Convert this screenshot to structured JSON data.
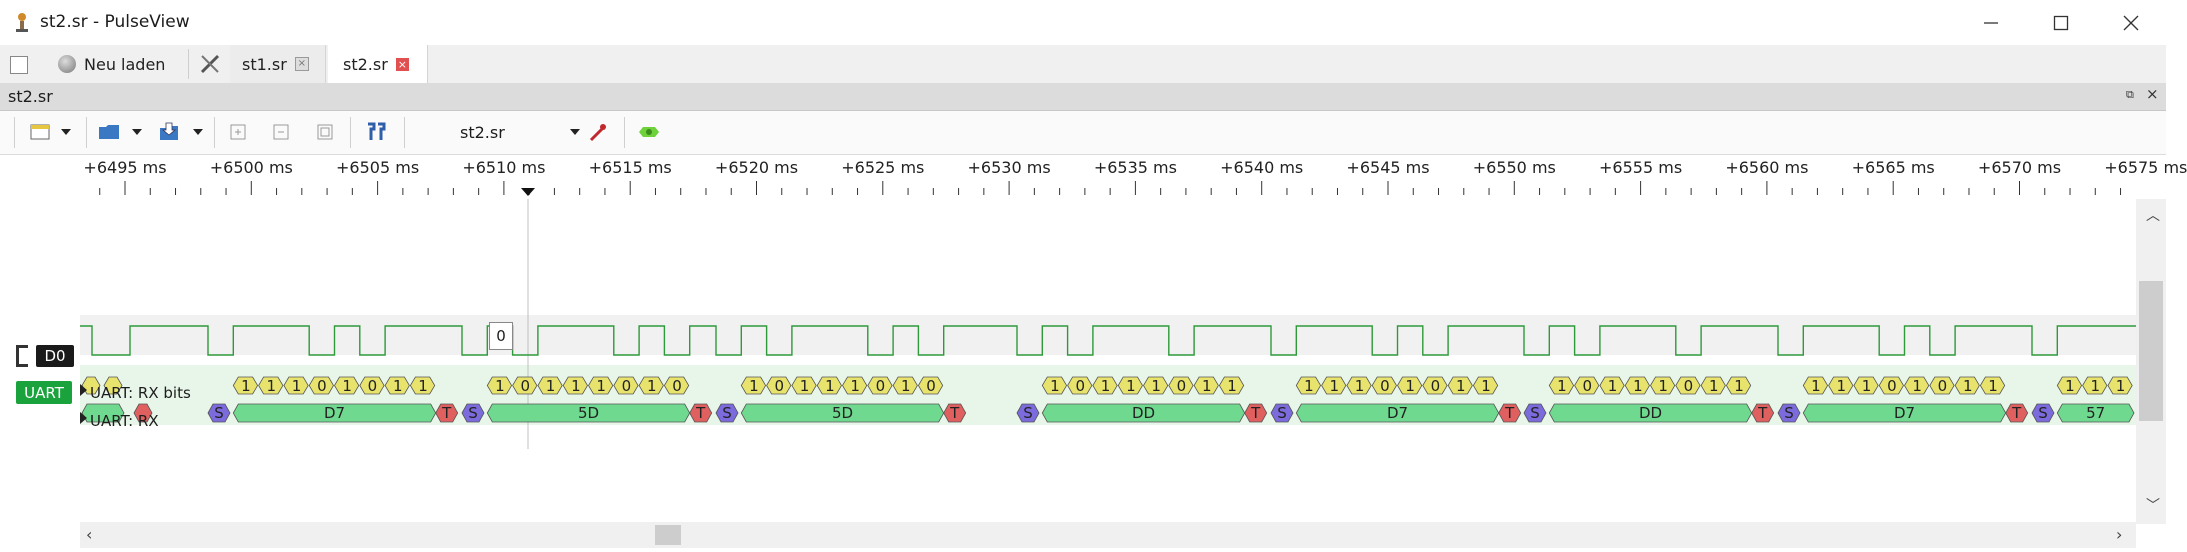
{
  "window": {
    "title": "st2.sr - PulseView"
  },
  "tabbar": {
    "new_session_label": "Neu laden",
    "tabs": [
      {
        "label": "st1.sr"
      },
      {
        "label": "st2.sr"
      }
    ]
  },
  "document": {
    "title": "st2.sr"
  },
  "toolbar": {
    "device_label": "st2.sr"
  },
  "ruler": {
    "labels": [
      "+6495 ms",
      "+6500 ms",
      "+6505 ms",
      "+6510 ms",
      "+6515 ms",
      "+6520 ms",
      "+6525 ms",
      "+6530 ms",
      "+6535 ms",
      "+6540 ms",
      "+6545 ms",
      "+6550 ms",
      "+6555 ms",
      "+6560 ms",
      "+6565 ms",
      "+6570 ms",
      "+6575 ms"
    ]
  },
  "traces": {
    "logic_channel": "D0",
    "decoder_badge": "UART",
    "rows": [
      {
        "label": "UART: RX bits"
      },
      {
        "label": "UART: RX"
      }
    ],
    "cursor_value": "0"
  },
  "uart_frames": [
    {
      "byte": "D7",
      "bits": [
        "1",
        "1",
        "1",
        "0",
        "1",
        "0",
        "1",
        "1"
      ]
    },
    {
      "byte": "5D",
      "bits": [
        "1",
        "0",
        "1",
        "1",
        "1",
        "0",
        "1",
        "0"
      ]
    },
    {
      "byte": "5D",
      "bits": [
        "1",
        "0",
        "1",
        "1",
        "1",
        "0",
        "1",
        "0"
      ]
    },
    {
      "byte": "DD",
      "bits": [
        "1",
        "0",
        "1",
        "1",
        "1",
        "0",
        "1",
        "1"
      ]
    },
    {
      "byte": "D7",
      "bits": [
        "1",
        "1",
        "1",
        "0",
        "1",
        "0",
        "1",
        "1"
      ]
    },
    {
      "byte": "DD",
      "bits": [
        "1",
        "0",
        "1",
        "1",
        "1",
        "0",
        "1",
        "1"
      ]
    },
    {
      "byte": "D7",
      "bits": [
        "1",
        "1",
        "1",
        "0",
        "1",
        "0",
        "1",
        "1"
      ]
    },
    {
      "byte": "57",
      "bits": [
        "1",
        "1",
        "1"
      ]
    }
  ],
  "uart_markers": {
    "start": "S",
    "stop": "T"
  },
  "colors": {
    "start_bit": "#7b6bdc",
    "stop_bit": "#e06060",
    "data_byte": "#6fd98f",
    "bit_box": "#e8e36d",
    "signal_high": "#2e9a3a",
    "signal_low": "#b22222"
  }
}
